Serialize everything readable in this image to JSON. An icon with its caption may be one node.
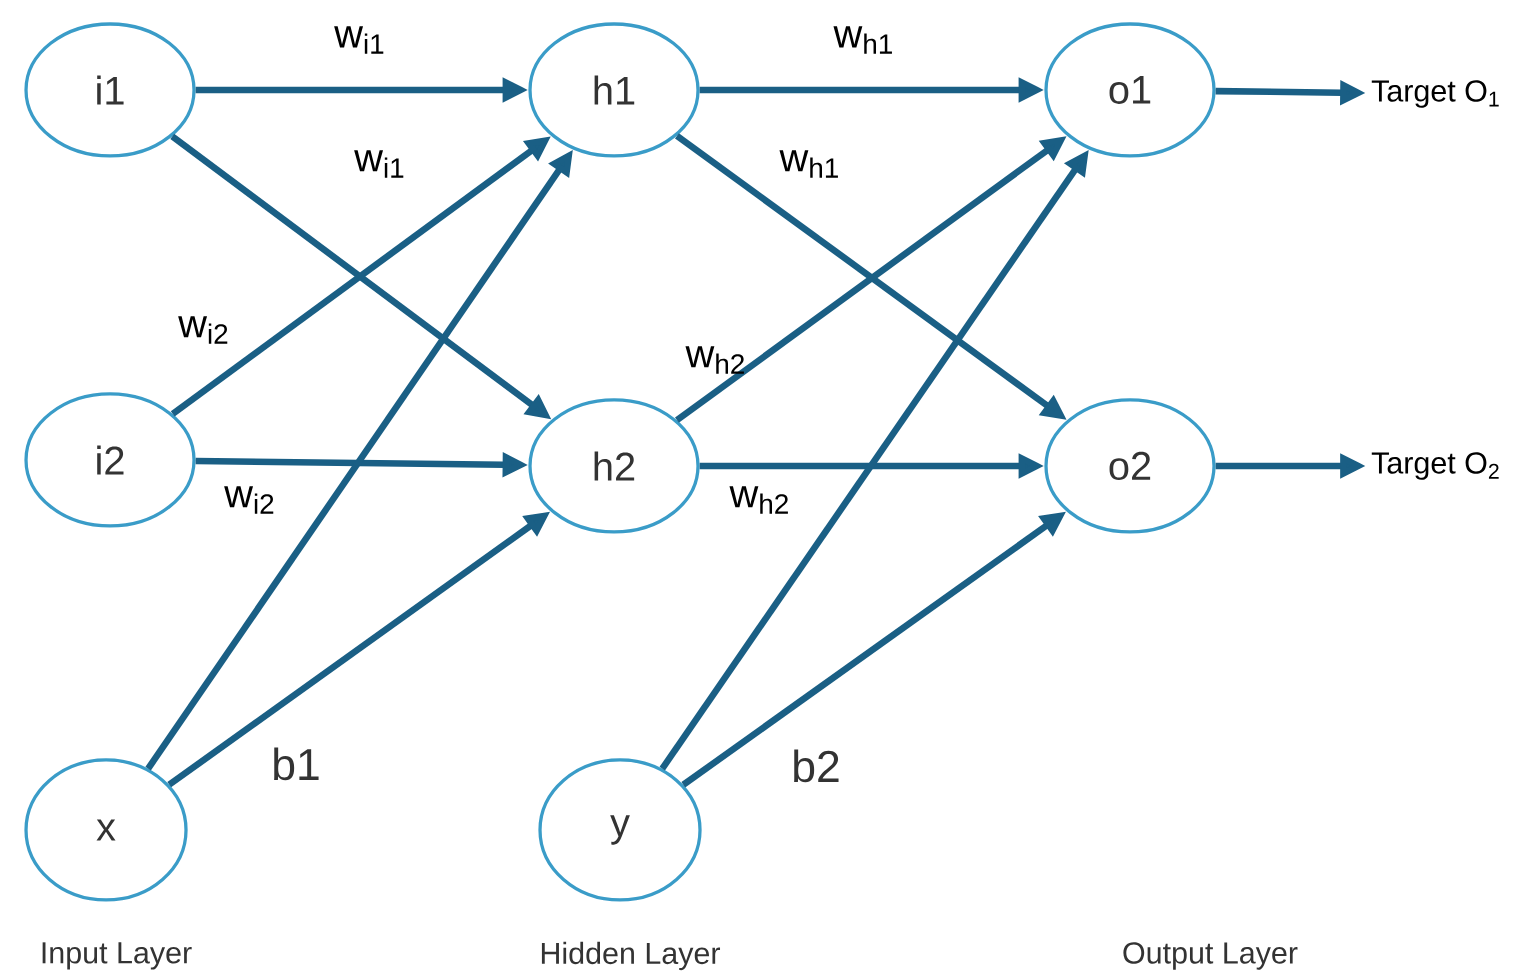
{
  "diagram": {
    "nodes": [
      {
        "text": [
          "i1"
        ]
      },
      {
        "text": [
          "i2"
        ]
      },
      {
        "text": [
          "x"
        ]
      },
      {
        "text": [
          "h1"
        ]
      },
      {
        "text": [
          "h2"
        ]
      },
      {
        "text": [
          "y"
        ]
      },
      {
        "text": [
          "o1"
        ]
      },
      {
        "text": [
          "o2"
        ]
      },
      {
        "text": [
          "Target O$_{1}$"
        ]
      },
      {
        "text": [
          "Target O$_{2}$"
        ]
      }
    ],
    "edges": [
      {
        "from": 0,
        "to": 3,
        "arrow": "to",
        "label": "w$_{i1}$"
      },
      {
        "from": 0,
        "to": 4,
        "arrow": "to",
        "label": "w$_{i1}$"
      },
      {
        "from": 1,
        "to": 3,
        "arrow": "to",
        "label": "w$_{i2}$"
      },
      {
        "from": 1,
        "to": 4,
        "arrow": "to",
        "label": "w$_{i2}$"
      },
      {
        "from": 2,
        "to": 3,
        "arrow": "to"
      },
      {
        "from": 2,
        "to": 4,
        "arrow": "to"
      },
      {
        "from": 3,
        "to": 6,
        "arrow": "to",
        "label": "w$_{h1}$"
      },
      {
        "from": 3,
        "to": 7,
        "arrow": "to",
        "label": "w$_{h1}$"
      },
      {
        "from": 4,
        "to": 6,
        "arrow": "to",
        "label": "w$_{h2}$"
      },
      {
        "from": 4,
        "to": 7,
        "arrow": "to",
        "label": "w$_{h2}$"
      },
      {
        "from": 5,
        "to": 6,
        "arrow": "to"
      },
      {
        "from": 5,
        "to": 7,
        "arrow": "to"
      },
      {
        "from": 6,
        "to": 8,
        "arrow": "to"
      },
      {
        "from": 7,
        "to": 9,
        "arrow": "to"
      }
    ],
    "labels": [
      "b1",
      "b2",
      "Input Layer",
      "Hidden Layer",
      "Output Layer"
    ]
  }
}
